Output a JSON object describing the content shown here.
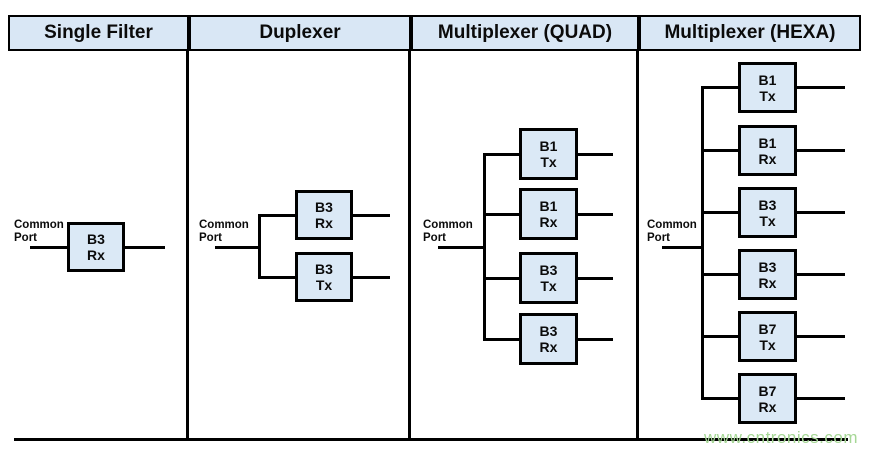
{
  "header": {
    "columns": [
      {
        "label": "Single Filter"
      },
      {
        "label": "Duplexer"
      },
      {
        "label": "Multiplexer (QUAD)"
      },
      {
        "label": "Multiplexer (HEXA)"
      }
    ]
  },
  "diagrams": [
    {
      "name": "single-filter",
      "common_port": {
        "line1": "Common",
        "line2": "Port"
      },
      "filters": [
        {
          "band": "B3",
          "path": "Rx"
        }
      ]
    },
    {
      "name": "duplexer",
      "common_port": {
        "line1": "Common",
        "line2": "Port"
      },
      "filters": [
        {
          "band": "B3",
          "path": "Rx"
        },
        {
          "band": "B3",
          "path": "Tx"
        }
      ]
    },
    {
      "name": "multiplexer-quad",
      "common_port": {
        "line1": "Common",
        "line2": "Port"
      },
      "filters": [
        {
          "band": "B1",
          "path": "Tx"
        },
        {
          "band": "B1",
          "path": "Rx"
        },
        {
          "band": "B3",
          "path": "Tx"
        },
        {
          "band": "B3",
          "path": "Rx"
        }
      ]
    },
    {
      "name": "multiplexer-hexa",
      "common_port": {
        "line1": "Common",
        "line2": "Port"
      },
      "filters": [
        {
          "band": "B1",
          "path": "Tx"
        },
        {
          "band": "B1",
          "path": "Rx"
        },
        {
          "band": "B3",
          "path": "Tx"
        },
        {
          "band": "B3",
          "path": "Rx"
        },
        {
          "band": "B7",
          "path": "Tx"
        },
        {
          "band": "B7",
          "path": "Rx"
        }
      ]
    }
  ],
  "watermark": {
    "text": "www.cntronics.com"
  },
  "colors": {
    "cell_fill": "#d9e7f5",
    "box_fill": "#dbe9f6",
    "line": "#000000",
    "watermark": "#a6d796"
  }
}
